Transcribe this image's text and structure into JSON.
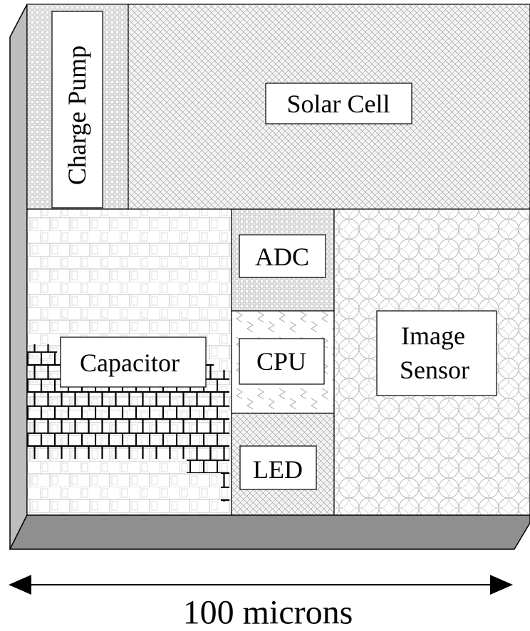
{
  "blocks": {
    "charge_pump": "Charge Pump",
    "solar_cell": "Solar Cell",
    "capacitor": "Capacitor",
    "adc": "ADC",
    "cpu": "CPU",
    "led": "LED",
    "image_sensor_line1": "Image",
    "image_sensor_line2": "Sensor"
  },
  "scale": {
    "label": "100 microns"
  },
  "colors": {
    "outline": "#000000",
    "base_front": "#8f8f8f",
    "base_side": "#bdbdbd",
    "pattern": "#9a9a9a"
  }
}
